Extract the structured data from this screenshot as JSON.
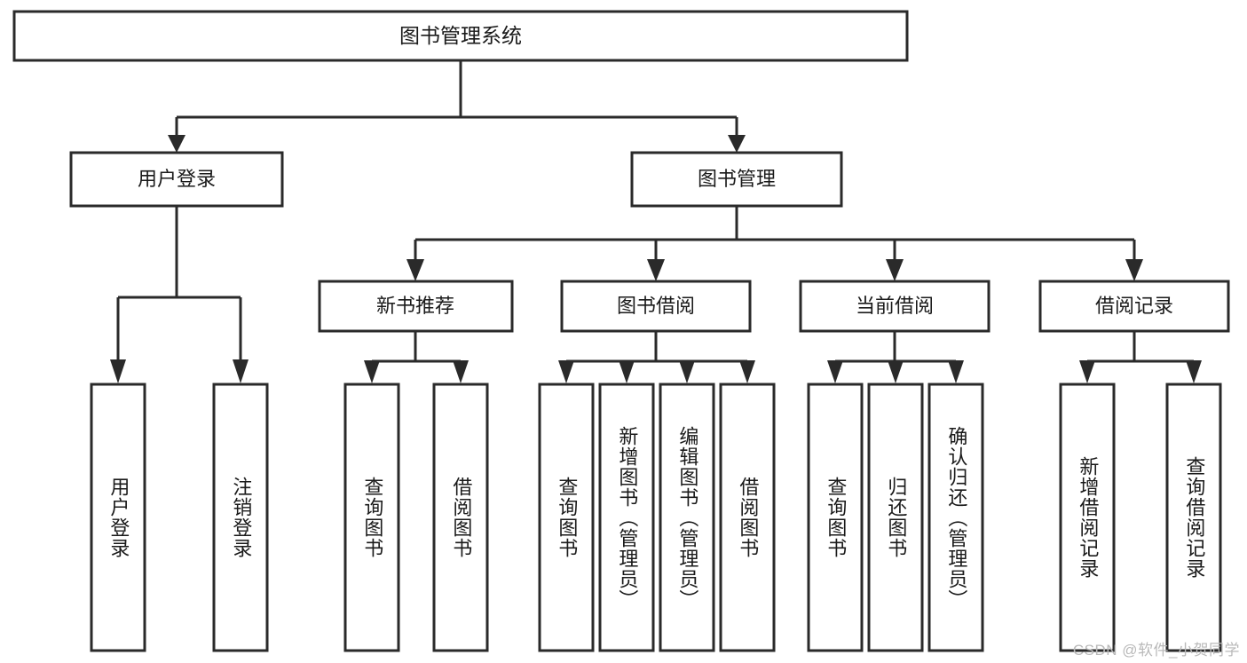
{
  "diagram": {
    "title": "图书管理系统",
    "type": "tree-hierarchy",
    "root": {
      "label": "图书管理系统"
    },
    "level2": [
      {
        "label": "用户登录"
      },
      {
        "label": "图书管理"
      }
    ],
    "level3": [
      {
        "label": "新书推荐"
      },
      {
        "label": "图书借阅"
      },
      {
        "label": "当前借阅"
      },
      {
        "label": "借阅记录"
      }
    ],
    "leaves": {
      "user_login": [
        {
          "label": "用户登录"
        },
        {
          "label": "注销登录"
        }
      ],
      "new_book_recommend": [
        {
          "label": "查询图书"
        },
        {
          "label": "借阅图书"
        }
      ],
      "book_borrow": [
        {
          "label": "查询图书"
        },
        {
          "label": "新增图书（管理员）"
        },
        {
          "label": "编辑图书（管理员）"
        },
        {
          "label": "借阅图书"
        }
      ],
      "current_borrow": [
        {
          "label": "查询图书"
        },
        {
          "label": "归还图书"
        },
        {
          "label": "确认归还（管理员）"
        }
      ],
      "borrow_record": [
        {
          "label": "新增借阅记录"
        },
        {
          "label": "查询借阅记录"
        }
      ]
    }
  },
  "watermark": {
    "text": "CSDN @软件_小贺同学"
  },
  "colors": {
    "stroke": "#2a2a2a",
    "fill": "#ffffff",
    "text": "#1a1a1a",
    "watermark": "#b9b9b9"
  }
}
